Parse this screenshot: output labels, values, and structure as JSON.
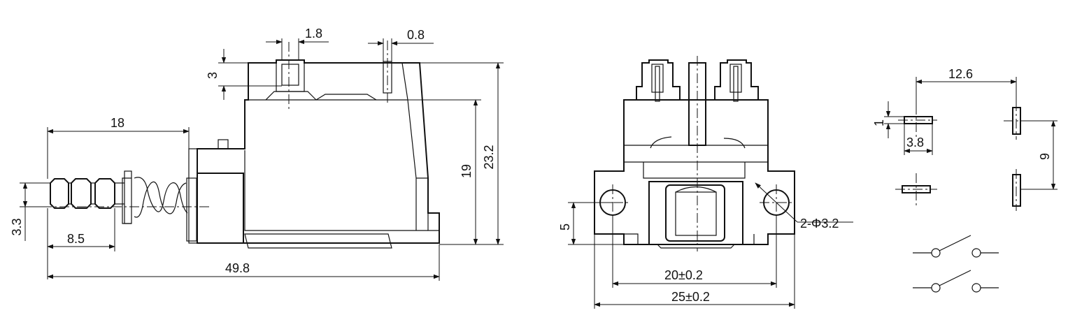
{
  "diagram": {
    "side_view": {
      "dim_top_pin_width": "1.8",
      "dim_small_pin_width": "0.8",
      "dim_pin_height": "3",
      "dim_plunger_length": "18",
      "dim_height_overall": "23.2",
      "dim_body_height": "19",
      "dim_plunger_diameter": "3.3",
      "dim_plunger_extension": "8.5",
      "dim_total_length": "49.8"
    },
    "front_view": {
      "dim_hole_offset": "5",
      "dim_hole_label": "2-Φ3.2",
      "dim_hole_spacing": "20±0.2",
      "dim_flange_width": "25±0.2"
    },
    "pin_layout": {
      "dim_pitch_x": "12.6",
      "dim_slot_width": "1",
      "dim_slot_length": "3.8",
      "dim_pitch_y": "9"
    }
  }
}
